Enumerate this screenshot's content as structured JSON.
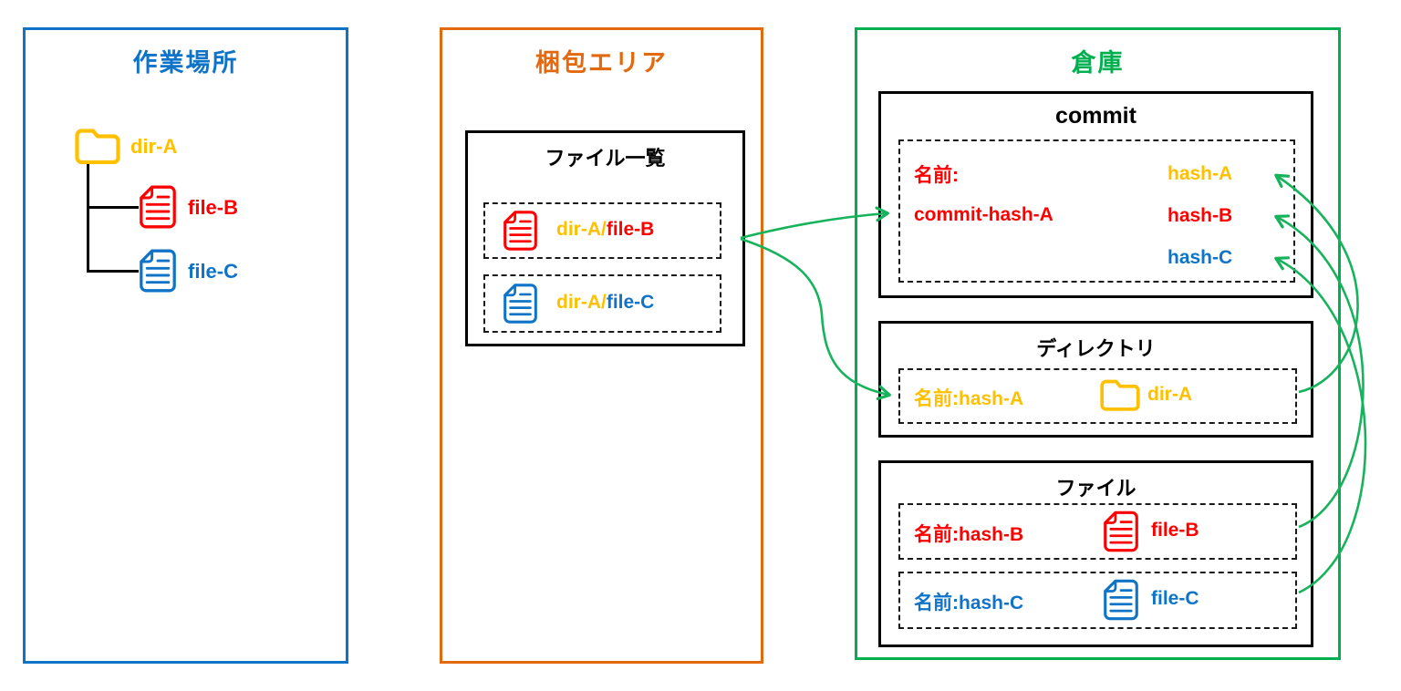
{
  "diagram": {
    "workspace": {
      "title": "作業場所",
      "root_dir": "dir-A",
      "files": [
        {
          "name": "file-B"
        },
        {
          "name": "file-C"
        }
      ]
    },
    "staging": {
      "title": "梱包エリア",
      "file_list": {
        "title": "ファイル一覧",
        "items": [
          {
            "prefix": "dir-A/",
            "name": "file-B"
          },
          {
            "prefix": "dir-A/",
            "name": "file-C"
          }
        ]
      }
    },
    "repository": {
      "title": "倉庫",
      "commit": {
        "title": "commit",
        "name_label": "名前:",
        "name_value": "commit-hash-A",
        "refs": [
          {
            "label": "hash-A"
          },
          {
            "label": "hash-B"
          },
          {
            "label": "hash-C"
          }
        ]
      },
      "directory": {
        "title": "ディレクトリ",
        "name": "名前:hash-A",
        "item": "dir-A"
      },
      "file": {
        "title": "ファイル",
        "entries": [
          {
            "name": "名前:hash-B",
            "item": "file-B"
          },
          {
            "name": "名前:hash-C",
            "item": "file-C"
          }
        ]
      }
    }
  },
  "colors": {
    "blue": "#0f74c8",
    "orange": "#e2690e",
    "green": "#00b050",
    "arrow": "#17b35c",
    "red": "#fe0000",
    "yellow": "#ffc000",
    "ink": "#141414"
  }
}
